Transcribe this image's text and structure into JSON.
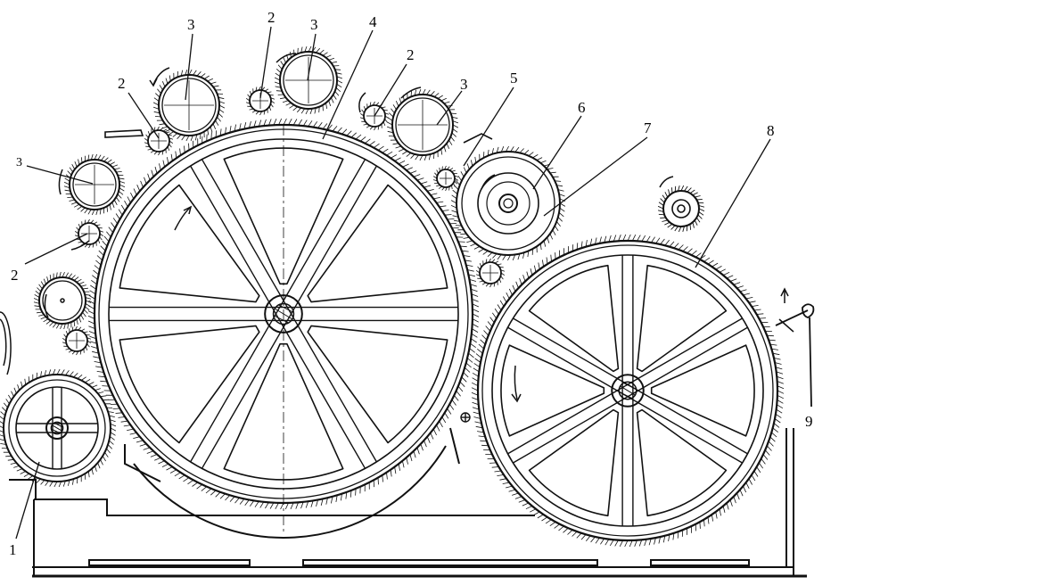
{
  "labels": {
    "worker_roll": "2",
    "stripper_roll": "3",
    "main_cylinder": "4",
    "transfer_roll": "5",
    "fancy_roll": "6",
    "fancy_roll_clothing": "7",
    "doffer": "8",
    "doffer_comb": "9",
    "licker_in": "1"
  },
  "colors": {
    "ink": "#111111",
    "paper": "#ffffff"
  }
}
